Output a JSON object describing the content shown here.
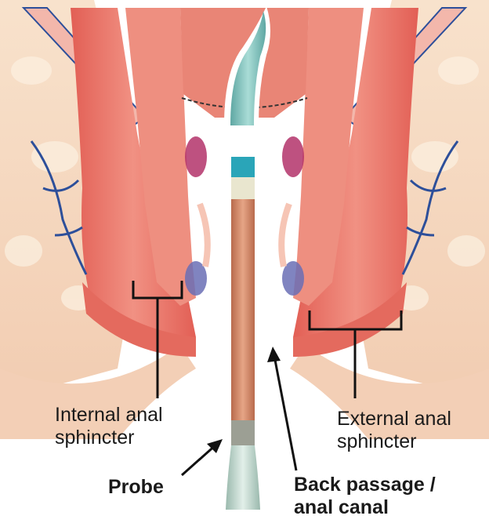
{
  "labels": {
    "internal_line1": "Internal anal",
    "internal_line2": "sphincter",
    "external_line1": "External anal",
    "external_line2": "sphincter",
    "probe": "Probe",
    "passage_line1": "Back passage /",
    "passage_line2": "anal canal"
  },
  "colors": {
    "muscle": "#e8736a",
    "muscle_light": "#f4a89b",
    "fat": "#f6dcc4",
    "skin": "#f1c3a6",
    "vein": "#2d4f9a",
    "probe_tip": "#6fbdb8",
    "probe_band": "#2aa5b8",
    "probe_body": "#d48b6a",
    "probe_handle": "#b7cfc4",
    "line": "#111111"
  }
}
